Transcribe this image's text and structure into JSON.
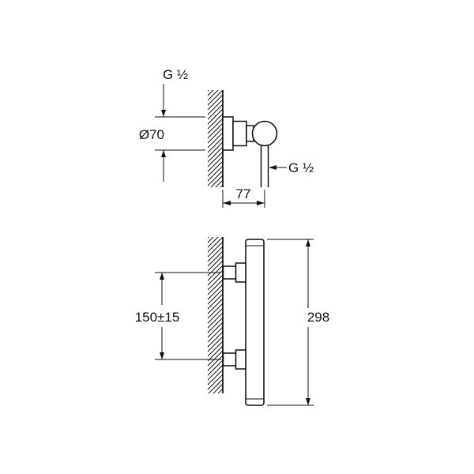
{
  "colors": {
    "background": "#ffffff",
    "line": "#111111"
  },
  "top_view": {
    "thread_top_label": "G ½",
    "escutcheon_diameter_label": "Ø70",
    "thread_side_label": "G ½",
    "depth_label": "77"
  },
  "front_view": {
    "inlet_spacing_label": "150±15",
    "body_height_label": "298"
  }
}
